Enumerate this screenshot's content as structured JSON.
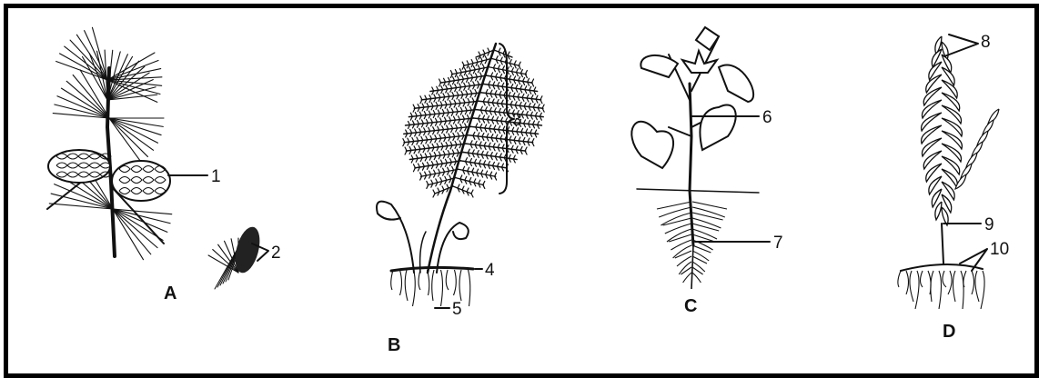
{
  "figure": {
    "panels": [
      {
        "id": "A",
        "caption": "A",
        "subject": "conifer-branch",
        "labels": [
          "1",
          "2"
        ]
      },
      {
        "id": "B",
        "caption": "B",
        "subject": "fern",
        "labels": [
          "3",
          "4",
          "5"
        ]
      },
      {
        "id": "C",
        "caption": "C",
        "subject": "flowering-plant",
        "labels": [
          "6",
          "7"
        ]
      },
      {
        "id": "D",
        "caption": "D",
        "subject": "moss",
        "labels": [
          "8",
          "9",
          "10"
        ]
      }
    ],
    "colors": {
      "ink": "#111111",
      "background": "#ffffff",
      "frame": "#000000"
    }
  }
}
